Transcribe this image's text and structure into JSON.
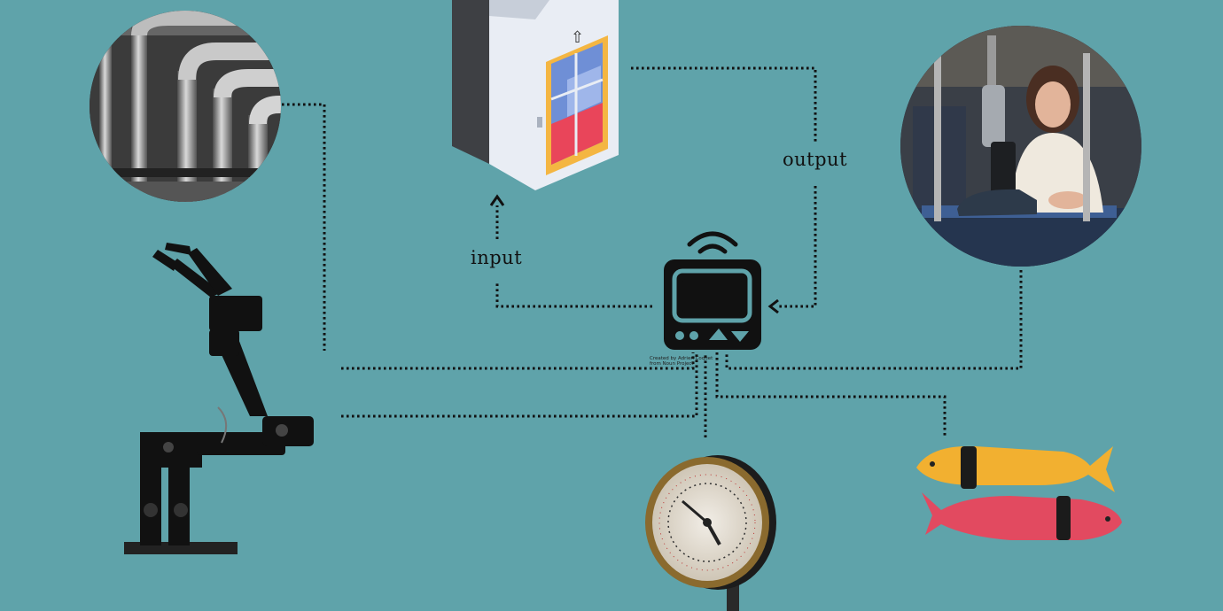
{
  "labels": {
    "input": "input",
    "output": "output"
  },
  "credit": {
    "line1": "Created by Adrien Coquet",
    "line2": "from Noun Project"
  },
  "colors": {
    "background": "#5fa3aa",
    "connector": "#111111",
    "device": "#111111",
    "device_screen": "#5fa3aa"
  },
  "nodes": [
    "pipes-photo",
    "elevator-illustration",
    "prosthetic-leg-photo",
    "robotic-arm-photo",
    "pressure-gauge-photo",
    "robot-fish-photo",
    "controller-device-icon"
  ]
}
